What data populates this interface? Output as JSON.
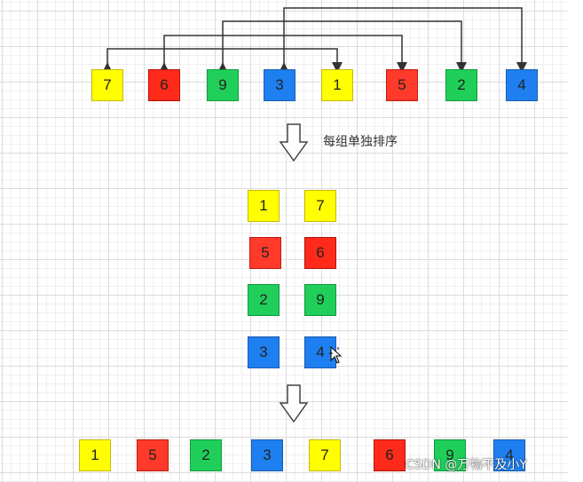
{
  "diagram": {
    "caption": "每组单独排序",
    "watermark": "CSDN @万物不及小Y",
    "colors": {
      "yellow": "#ffff00",
      "red": "#ff2a1a",
      "green": "#1fcf5a",
      "blue": "#1e7ff0",
      "connector": "#333333"
    },
    "original_row": [
      {
        "value": "7",
        "color": "yellow"
      },
      {
        "value": "6",
        "color": "red"
      },
      {
        "value": "9",
        "color": "green"
      },
      {
        "value": "3",
        "color": "blue"
      },
      {
        "value": "1",
        "color": "yellow"
      },
      {
        "value": "5",
        "color": "red"
      },
      {
        "value": "2",
        "color": "green"
      },
      {
        "value": "4",
        "color": "blue"
      }
    ],
    "sorted_groups": [
      {
        "color": "yellow",
        "items": [
          "1",
          "7"
        ]
      },
      {
        "color": "red",
        "items": [
          "5",
          "6"
        ]
      },
      {
        "color": "green",
        "items": [
          "2",
          "9"
        ]
      },
      {
        "color": "blue",
        "items": [
          "3",
          "4"
        ]
      }
    ],
    "result_row": [
      {
        "value": "1",
        "color": "yellow"
      },
      {
        "value": "5",
        "color": "red"
      },
      {
        "value": "2",
        "color": "green"
      },
      {
        "value": "3",
        "color": "blue"
      },
      {
        "value": "7",
        "color": "yellow"
      },
      {
        "value": "6",
        "color": "red"
      },
      {
        "value": "9",
        "color": "green"
      },
      {
        "value": "4",
        "color": "blue"
      }
    ],
    "icons": {
      "down_arrow": "down-arrow-icon",
      "cursor": "move-cursor-icon"
    }
  }
}
